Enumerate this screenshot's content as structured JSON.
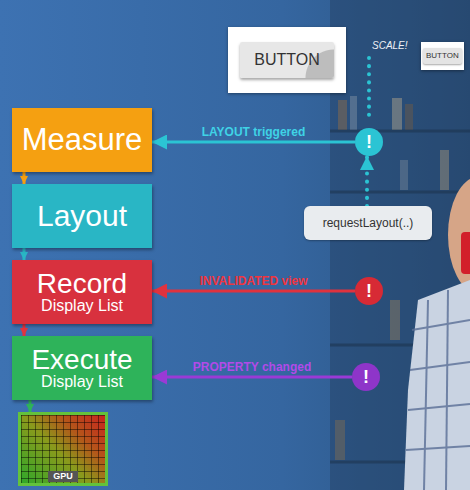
{
  "diagram": {
    "nodes": [
      {
        "text": [
          "BUTTON"
        ]
      },
      {
        "text": [
          "BUTTON"
        ]
      },
      {
        "text": [
          "Measure"
        ]
      },
      {
        "text": [
          "!"
        ]
      },
      {
        "text": [
          "Layout"
        ]
      },
      {
        "text": [
          "requestLayout(..)"
        ]
      },
      {
        "text": [
          "Record",
          "Display List"
        ]
      },
      {
        "text": [
          "!"
        ]
      },
      {
        "text": [
          "Execute",
          "Display List"
        ]
      },
      {
        "text": [
          "!"
        ]
      },
      {
        "text": [
          "GPU"
        ]
      }
    ],
    "edges": [
      {
        "from": 2,
        "to": 4,
        "arrow": "to"
      },
      {
        "from": 4,
        "to": 6,
        "arrow": "to"
      },
      {
        "from": 6,
        "to": 8,
        "arrow": "to"
      },
      {
        "from": 8,
        "to": 10,
        "arrow": "to"
      },
      {
        "from": 3,
        "to": 2,
        "label": "LAYOUT triggered",
        "arrow": "to"
      },
      {
        "from": 7,
        "to": 6,
        "label": "INVALIDATED view",
        "arrow": "to"
      },
      {
        "from": 9,
        "to": 8,
        "label": "PROPERTY changed",
        "arrow": "to"
      },
      {
        "from": 5,
        "to": 3,
        "arrow": "to"
      }
    ],
    "labels": [
      "SCALE!"
    ]
  }
}
